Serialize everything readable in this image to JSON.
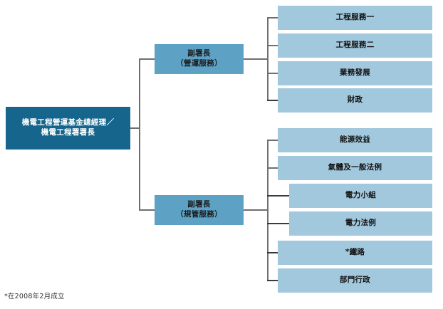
{
  "chart": {
    "type": "org-chart",
    "title": "",
    "root": {
      "label": "機電工程營運基金總經理／\n機電工程署署長",
      "color": "#15658c"
    },
    "branches": [
      {
        "id": "operations",
        "label": "副署長\n（營運服務）",
        "color": "#5da2c4",
        "units": [
          {
            "label": "工程服務一",
            "indent": false
          },
          {
            "label": "工程服務二",
            "indent": false
          },
          {
            "label": "業務發展",
            "indent": false
          },
          {
            "label": "財政",
            "indent": false
          }
        ]
      },
      {
        "id": "regulatory",
        "label": "副署長\n（規管服務）",
        "color": "#5da2c4",
        "units": [
          {
            "label": "能源效益",
            "indent": false
          },
          {
            "label": "氣體及一般法例",
            "indent": false
          },
          {
            "label": "電力小組",
            "indent": true
          },
          {
            "label": "電力法例",
            "indent": true
          },
          {
            "label": "*鐵路",
            "indent": false
          },
          {
            "label": "部門行政",
            "indent": false
          }
        ]
      }
    ],
    "leaf_color": "#a2c8dd",
    "line_color": "#6f6f6f",
    "footnote": "*在2008年2月成立"
  }
}
